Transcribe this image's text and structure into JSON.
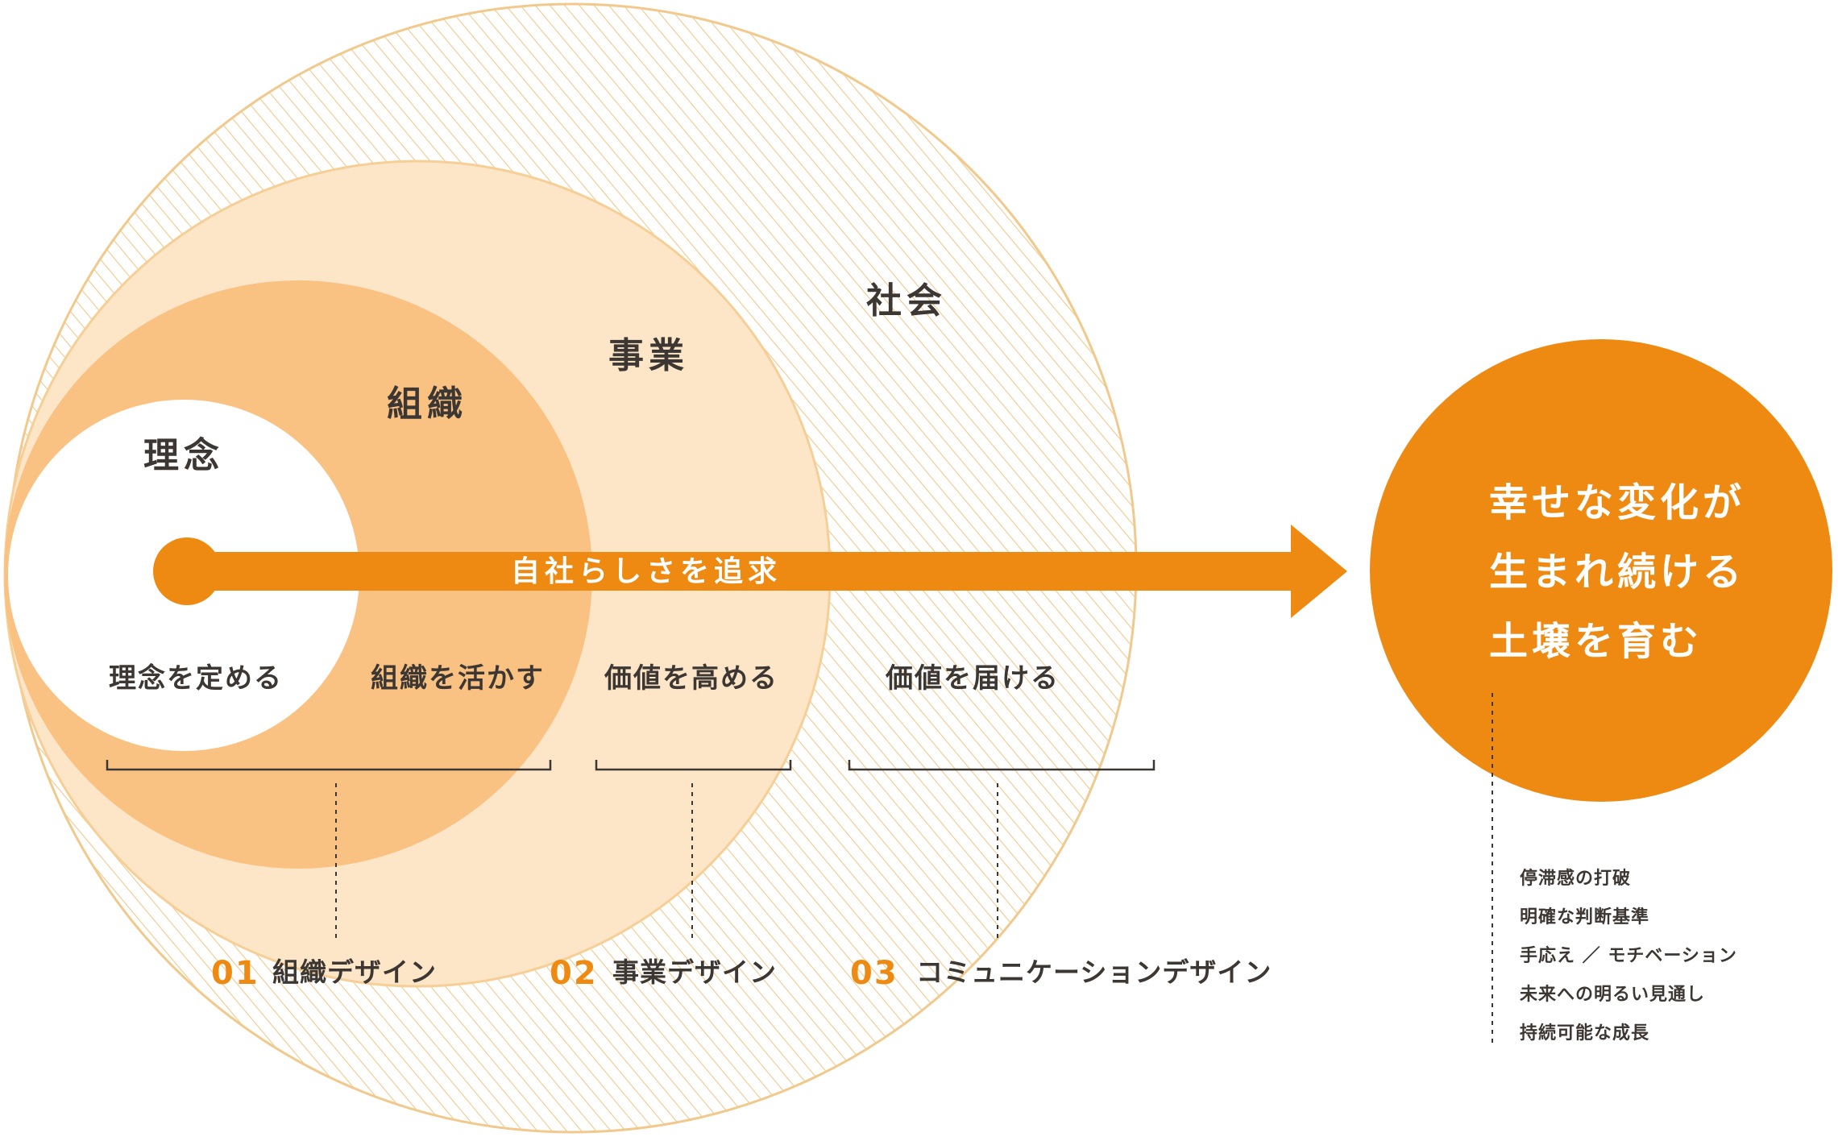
{
  "rings": {
    "society": "社会",
    "business": "事業",
    "organization": "組織",
    "philosophy": "理念"
  },
  "arrow": {
    "label": "自社らしさを追求"
  },
  "actions": {
    "define_philosophy": "理念を定める",
    "utilize_organization": "組織を活かす",
    "raise_value": "価値を高める",
    "deliver_value": "価値を届ける"
  },
  "categories": [
    {
      "number": "01",
      "label": "組織デザイン"
    },
    {
      "number": "02",
      "label": "事業デザイン"
    },
    {
      "number": "03",
      "label": "コミュニケーションデザイン"
    }
  ],
  "goal": {
    "lines": [
      "幸せな変化が",
      "生まれ続ける",
      "土壌を育む"
    ]
  },
  "outcomes": [
    "停滞感の打破",
    "明確な判断基準",
    "手応え ／ モチベーション",
    "未来への明るい見通し",
    "持続可能な成長"
  ],
  "colors": {
    "accent": "#ee8a12",
    "ring_business": "#fde6c8",
    "ring_organization": "#fac282",
    "hatch": "#f1c98c",
    "text": "#3d3734"
  }
}
